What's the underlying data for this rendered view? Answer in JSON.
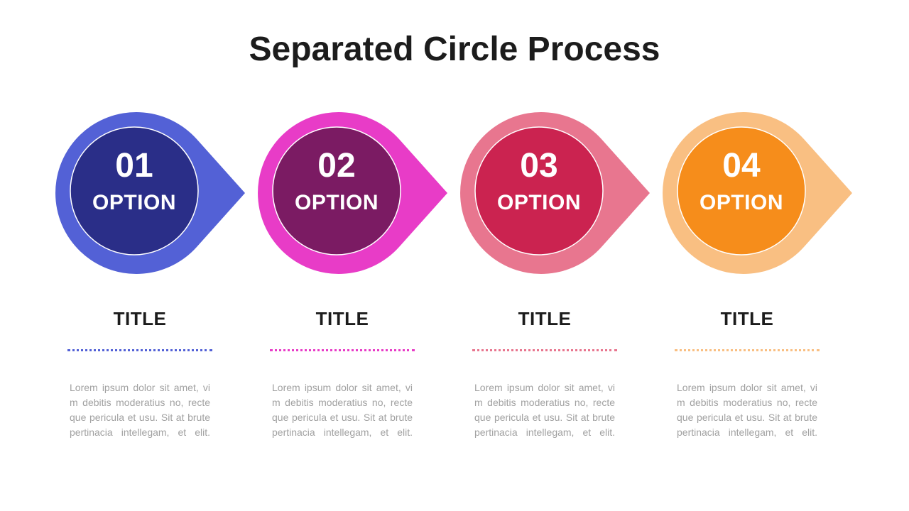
{
  "title": "Separated Circle Process",
  "steps": [
    {
      "number": "01",
      "label": "OPTION",
      "heading": "TITLE",
      "body": "Lorem ipsum dolor sit amet, vi m debitis moderatius no, recte que pericula et usu. Sit at brute pertinacia intellegam, et elit.",
      "outer_color": "#5361D6",
      "inner_color": "#2A2E88",
      "dot_color": "#5361D6"
    },
    {
      "number": "02",
      "label": "OPTION",
      "heading": "TITLE",
      "body": "Lorem ipsum dolor sit amet, vi m debitis moderatius no, recte que pericula et usu. Sit at brute pertinacia intellegam, et elit.",
      "outer_color": "#E83CC7",
      "inner_color": "#7B1B63",
      "dot_color": "#E83CC7"
    },
    {
      "number": "03",
      "label": "OPTION",
      "heading": "TITLE",
      "body": "Lorem ipsum dolor sit amet, vi m debitis moderatius no, recte que pericula et usu. Sit at brute pertinacia intellegam, et elit.",
      "outer_color": "#E8768F",
      "inner_color": "#CB2350",
      "dot_color": "#E8768F"
    },
    {
      "number": "04",
      "label": "OPTION",
      "heading": "TITLE",
      "body": "Lorem ipsum dolor sit amet, vi m debitis moderatius no, recte que pericula et usu. Sit at brute pertinacia intellegam, et elit.",
      "outer_color": "#F9BF82",
      "inner_color": "#F68D1B",
      "dot_color": "#F9BF82"
    }
  ]
}
